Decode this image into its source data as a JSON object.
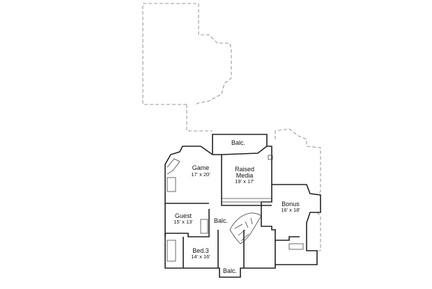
{
  "rooms": [
    {
      "name": "Balc.",
      "size": ""
    },
    {
      "name": "Game",
      "size": "17' x 20'"
    },
    {
      "name": "Raised",
      "name2": "Media",
      "size": "19' x 17'"
    },
    {
      "name": "Bonus",
      "size": "16' x 18'"
    },
    {
      "name": "Guest",
      "size": "15' x 13'"
    },
    {
      "name": "Balc.",
      "size": ""
    },
    {
      "name": "Bed.3",
      "size": "14' x 16'"
    },
    {
      "name": "Balc.",
      "size": ""
    }
  ]
}
